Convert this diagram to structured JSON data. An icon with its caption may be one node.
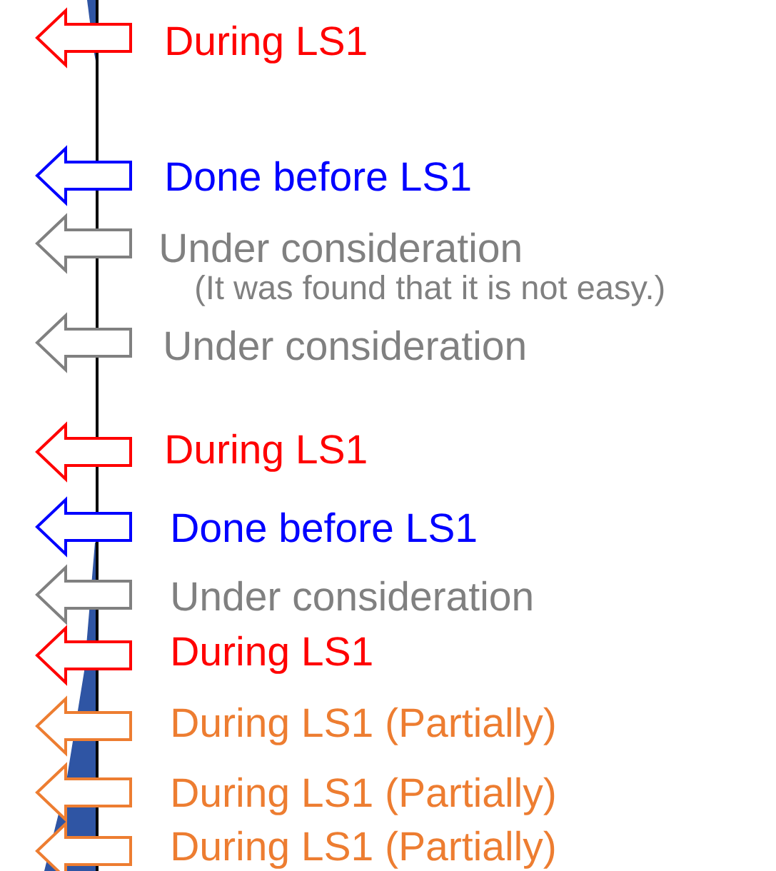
{
  "diagram": {
    "nodes": [
      {
        "text": [
          "During LS1"
        ]
      },
      {
        "text": [
          "Done before LS1"
        ]
      },
      {
        "text": [
          "Under consideration",
          "(It was found that it is not easy.)"
        ]
      },
      {
        "text": [
          "Under consideration"
        ]
      },
      {
        "text": [
          "During LS1"
        ]
      },
      {
        "text": [
          "Done before LS1"
        ]
      },
      {
        "text": [
          "Under consideration"
        ]
      },
      {
        "text": [
          "During LS1"
        ]
      },
      {
        "text": [
          "During LS1 (Partially)"
        ]
      },
      {
        "text": [
          "During LS1 (Partially)"
        ]
      },
      {
        "text": [
          "During LS1 (Partially)"
        ]
      }
    ]
  }
}
